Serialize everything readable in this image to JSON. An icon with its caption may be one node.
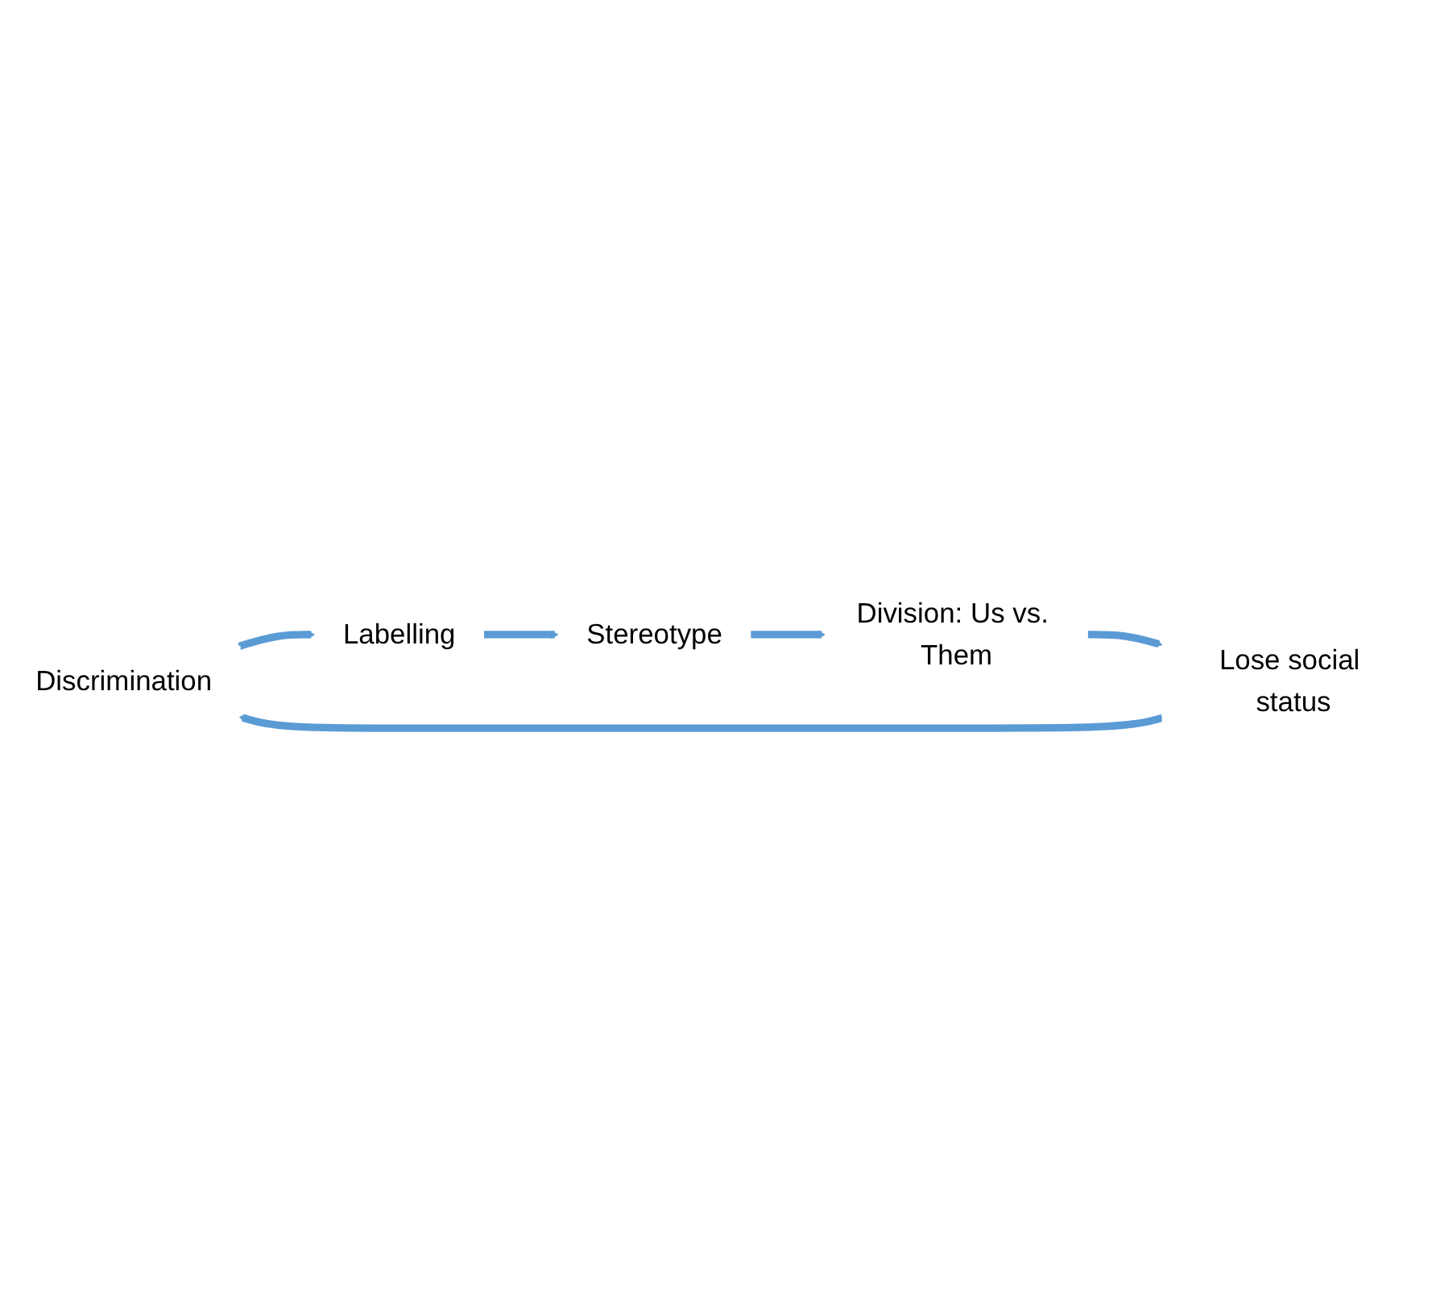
{
  "diagram": {
    "nodes": [
      {
        "text": [
          "Discrimination"
        ]
      },
      {
        "text": [
          "Labelling"
        ]
      },
      {
        "text": [
          "Stereotype"
        ]
      },
      {
        "text": [
          "Division: Us vs. Them"
        ]
      },
      {
        "text": [
          "Lose social status"
        ]
      }
    ],
    "edges": [
      {
        "from": 0,
        "to": 1,
        "arrow": "to"
      },
      {
        "from": 1,
        "to": 2,
        "arrow": "to"
      },
      {
        "from": 2,
        "to": 3,
        "arrow": "to"
      },
      {
        "from": 3,
        "to": 4,
        "arrow": "to"
      },
      {
        "from": 4,
        "to": 0,
        "arrow": "to"
      }
    ]
  }
}
